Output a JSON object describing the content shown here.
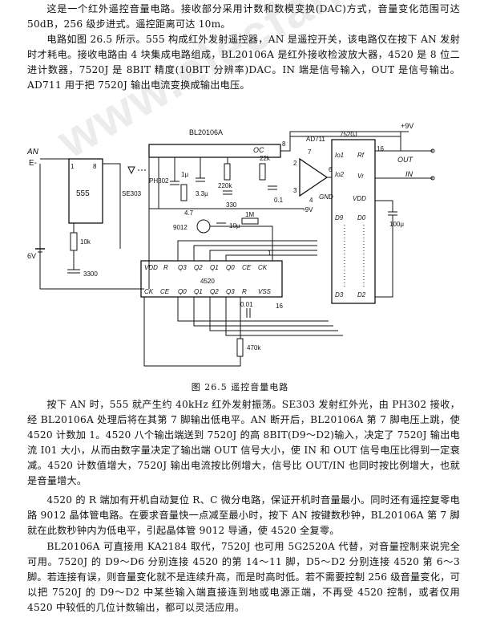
{
  "intro": {
    "p1": "这是一个红外遥控音量电路。接收部分采用计数和数模变换(DAC)方式，音量变化范围可达 50dB，256 级步进式。遥控距离可达 10m。",
    "p2": "电路如图 26.5 所示。555 构成红外发射遥控器，AN 是遥控开关，该电路仅在按下 AN 发射时才耗电。接收电路由 4 块集成电路组成，BL20106A 是红外接收检波放大器，4520 是 8 位二进计数器，7520J 是 8BIT 精度(10BIT 分辨率)DAC。IN 端是信号输入，OUT 是信号输出。AD711 用于把 7520J 输出电流变换成输出电压。"
  },
  "watermark": "www.elecfans.com",
  "figure": {
    "caption": "图 26.5   遥控音量电路",
    "labels": {
      "bl20106a": "BL20106A",
      "ad711": "AD711",
      "ic7520j": "7520J",
      "ic555": "555",
      "ic4520": "4520",
      "an": "AN",
      "e_minus": "E-",
      "pin1": "1",
      "pin8": "8",
      "pin4": "4",
      "pin3": "3",
      "pin7": "7",
      "pin2": "2",
      "pin6": "6",
      "pin16": "16",
      "pin1b": "1",
      "pin16b": "16",
      "v6": "6V",
      "r10k": "10k",
      "c3300": "3300",
      "ph302": "PH302",
      "se303": "SE303",
      "c1u": "1μ",
      "r47": "4.7",
      "c33u": "3.3μ",
      "r220k": "220k",
      "c330": "330",
      "r22k": "22k",
      "c01": "0.1",
      "oc": "OC",
      "q9012": "9012",
      "c10u": "10μ",
      "r1m": "1M",
      "plus9v": "+9V",
      "minus9v": "-9V",
      "out": "OUT",
      "in": "IN",
      "io1": "Io1",
      "io2": "Io2",
      "rf": "Rf",
      "vr": "Vr",
      "gnd": "GND",
      "vdd": "VDD",
      "d9": "D9",
      "d0": "D0",
      "d3": "D3",
      "d2": "D2",
      "c100u": "100μ",
      "c001": "0.01",
      "r470k": "470k",
      "top_row": [
        "VDD",
        "R",
        "Q3",
        "Q2",
        "Q1",
        "Q0",
        "CE",
        "CK"
      ],
      "bot_row": [
        "CK",
        "CE",
        "Q0",
        "Q1",
        "Q2",
        "Q3",
        "R",
        "VSS"
      ]
    }
  },
  "body": {
    "p3": "按下 AN 时，555 就产生约 40kHz 红外发射振荡。SE303 发射红外光，由 PH302 接收，经 BL20106A 处理后将在其第 7 脚输出低电平。AN 断开后，BL20106A 第 7 脚电压上跳，使 4520 计数加 1。4520 八个输出端送到 7520J 的高 8BIT(D9～D2)输入，决定了 7520J 输出电流 I01 大小，从而由数字量决定了输出端 OUT 信号大小，使 IN 和 OUT 信号电压比得到一定衰减。4520 计数值增大，7520J 输出电流按比例增大，信号比 OUT/IN 也同时按比例增大，也就是音量增大。",
    "p4": "4520 的 R 端加有开机自动复位 R、C 微分电路，保证开机时音量最小。同时还有遥控复零电路 9012 晶体管电路。在要求音量快一点减至最小时，按下 AN 按键数秒钟，BL20106A 第 7 脚就在此数秒钟内为低电平，引起晶体管 9012 导通，使 4520 全复零。",
    "p5": "BL20106A 可直接用 KA2184 取代，7520J 也可用 5G2520A 代替，对音量控制来说完全可用。7520J 的 D9～D6 分别连接 4520 的第 14～11 脚，D5～D2 分别连接 4520 第 6～3 脚。若连接有误，则音量变化就不是连续升高，而是时高时低。若不需要控制 256 级音量变化，可以把 7520J 的 D9～D2 中某些输入端直接连到地或电源正端，不再受 4520 控制，或者仅用 4520 中较低的几位计数输出，都可以灵活应用。"
  }
}
